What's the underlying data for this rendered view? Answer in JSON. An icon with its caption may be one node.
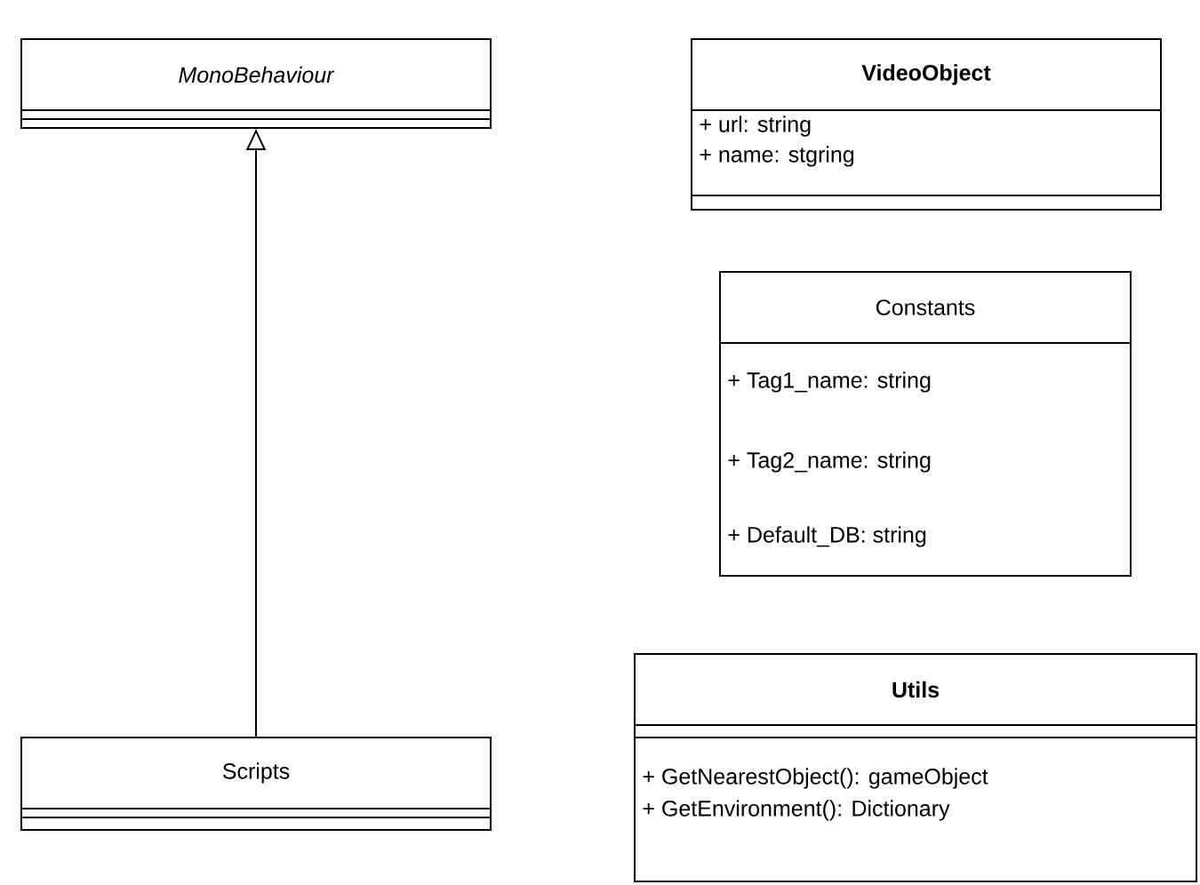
{
  "diagram": {
    "nodes": [
      {
        "text": [
          "MonoBehaviour"
        ]
      },
      {
        "text": [
          "Scripts"
        ]
      },
      {
        "text": [
          "VideoObject",
          "+ url: string",
          "+ name: stgring"
        ]
      },
      {
        "text": [
          "Constants",
          "+ Tag1_name: string",
          "+ Tag2_name: string",
          "+ Default_DB: string"
        ]
      },
      {
        "text": [
          "Utils",
          "+ GetNearestObject(): gameObject",
          "+ GetEnvironment(): Dictionary"
        ]
      }
    ],
    "edges": [
      {
        "from": 1,
        "to": 0,
        "arrow": "to"
      }
    ]
  }
}
